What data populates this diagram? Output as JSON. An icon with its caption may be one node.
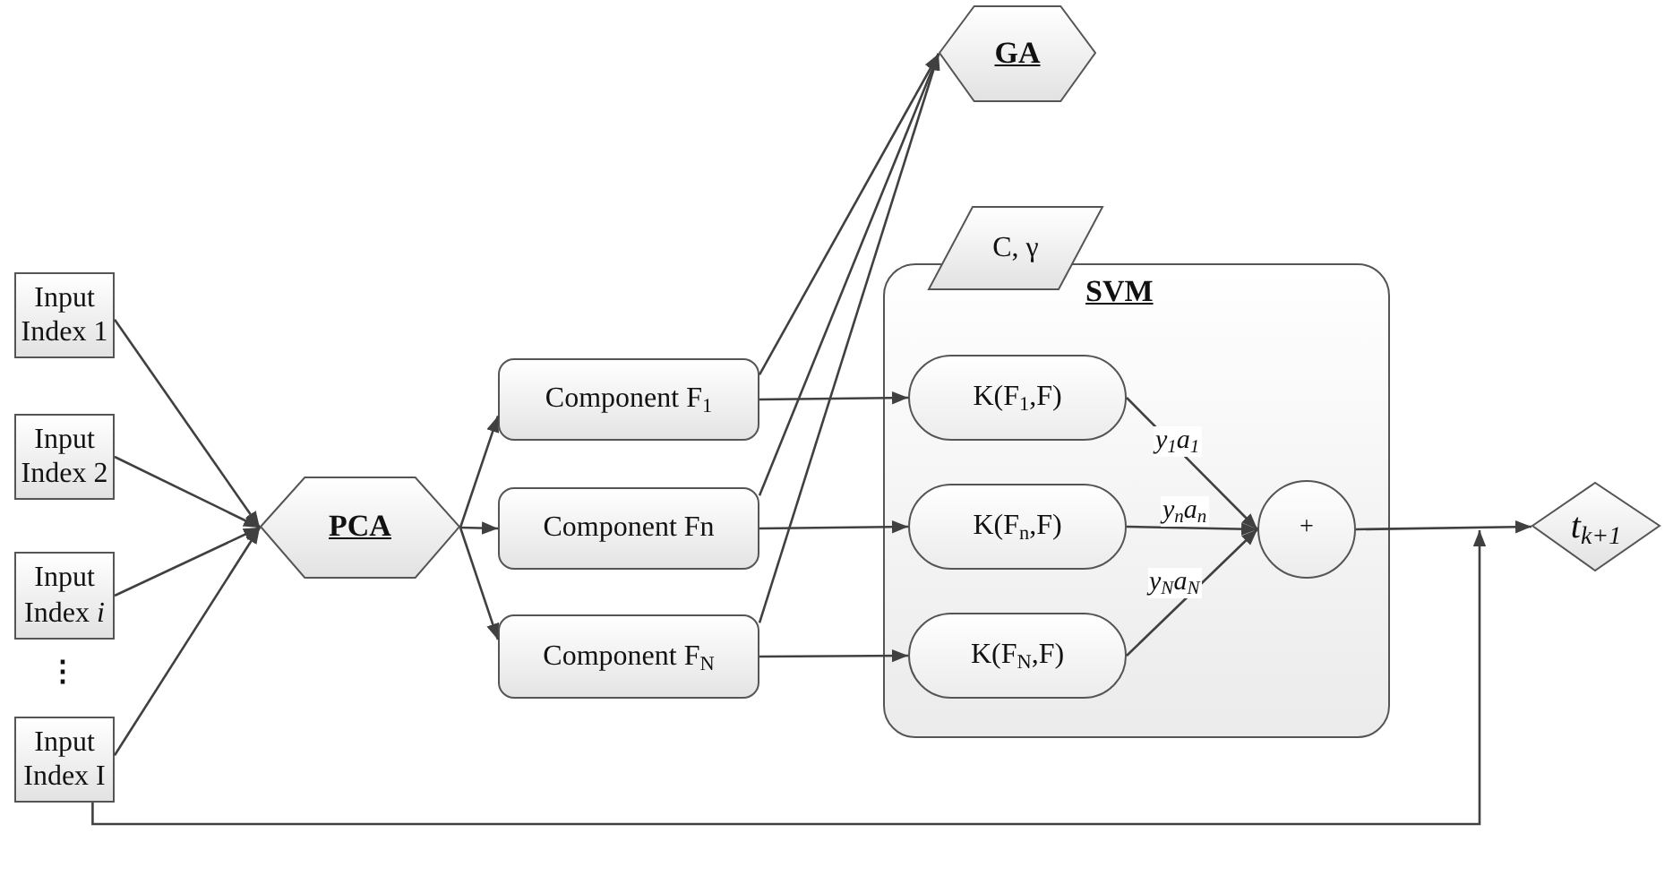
{
  "diagram": {
    "nodes": [
      {
        "text": [
          "Input Index 1"
        ]
      },
      {
        "text": [
          "Input Index 2"
        ]
      },
      {
        "text": [
          "Input Index *i*"
        ]
      },
      {
        "text": [
          "Input Index I"
        ]
      },
      {
        "text": [
          "PCA"
        ]
      },
      {
        "text": [
          "Component F$_{1}$"
        ]
      },
      {
        "text": [
          "Component Fn"
        ]
      },
      {
        "text": [
          "Component F$_{N}$"
        ]
      },
      {
        "text": [
          "GA"
        ]
      },
      {
        "text": [
          "C, γ"
        ]
      },
      {
        "text": [
          "SVM"
        ]
      },
      {
        "text": [
          "K(F$_{1}$,F)"
        ],
        "in": 10
      },
      {
        "text": [
          "K(F$_{n}$,F)"
        ],
        "in": 10
      },
      {
        "text": [
          "K(F$_{N}$,F)"
        ],
        "in": 10
      },
      {
        "text": [
          "+"
        ],
        "in": 10
      },
      {
        "text": [
          "t$_{k+1}$"
        ]
      }
    ],
    "edges": [
      {
        "from": 0,
        "to": 4,
        "arrow": "to"
      },
      {
        "from": 1,
        "to": 4,
        "arrow": "to"
      },
      {
        "from": 2,
        "to": 4,
        "arrow": "to"
      },
      {
        "from": 3,
        "to": 4,
        "arrow": "to"
      },
      {
        "from": 4,
        "to": 5,
        "arrow": "to"
      },
      {
        "from": 4,
        "to": 6,
        "arrow": "to"
      },
      {
        "from": 4,
        "to": 7,
        "arrow": "to"
      },
      {
        "from": 5,
        "to": 8,
        "arrow": "to"
      },
      {
        "from": 6,
        "to": 8,
        "arrow": "to"
      },
      {
        "from": 7,
        "to": 8,
        "arrow": "to"
      },
      {
        "from": 5,
        "to": 11,
        "arrow": "to"
      },
      {
        "from": 6,
        "to": 12,
        "arrow": "to"
      },
      {
        "from": 7,
        "to": 13,
        "arrow": "to"
      },
      {
        "from": 11,
        "to": 14,
        "arrow": "to",
        "label": "y$_{1}$a$_{1}$"
      },
      {
        "from": 12,
        "to": 14,
        "arrow": "to",
        "label": "y$_{n}$a$_{n}$"
      },
      {
        "from": 13,
        "to": 14,
        "arrow": "to",
        "label": "y$_{N}$a$_{N}$"
      },
      {
        "from": 14,
        "to": 15,
        "arrow": "to"
      },
      {
        "from": 3,
        "to": 15,
        "arrow": "to"
      }
    ],
    "labels": [
      "⋮"
    ]
  }
}
